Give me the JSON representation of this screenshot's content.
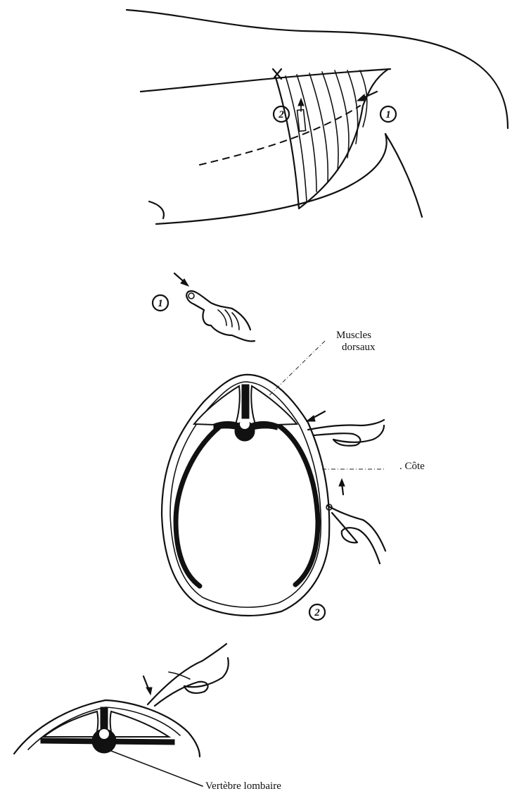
{
  "markers": {
    "marker_1_top": "1",
    "marker_2_top": "2",
    "marker_1_hand": "1",
    "marker_2_section": "2"
  },
  "labels": {
    "muscles_line1": "Muscles",
    "muscles_line2": "dorsaux",
    "cote": ". Côte",
    "vertebre": "Vertèbre lombaire"
  }
}
